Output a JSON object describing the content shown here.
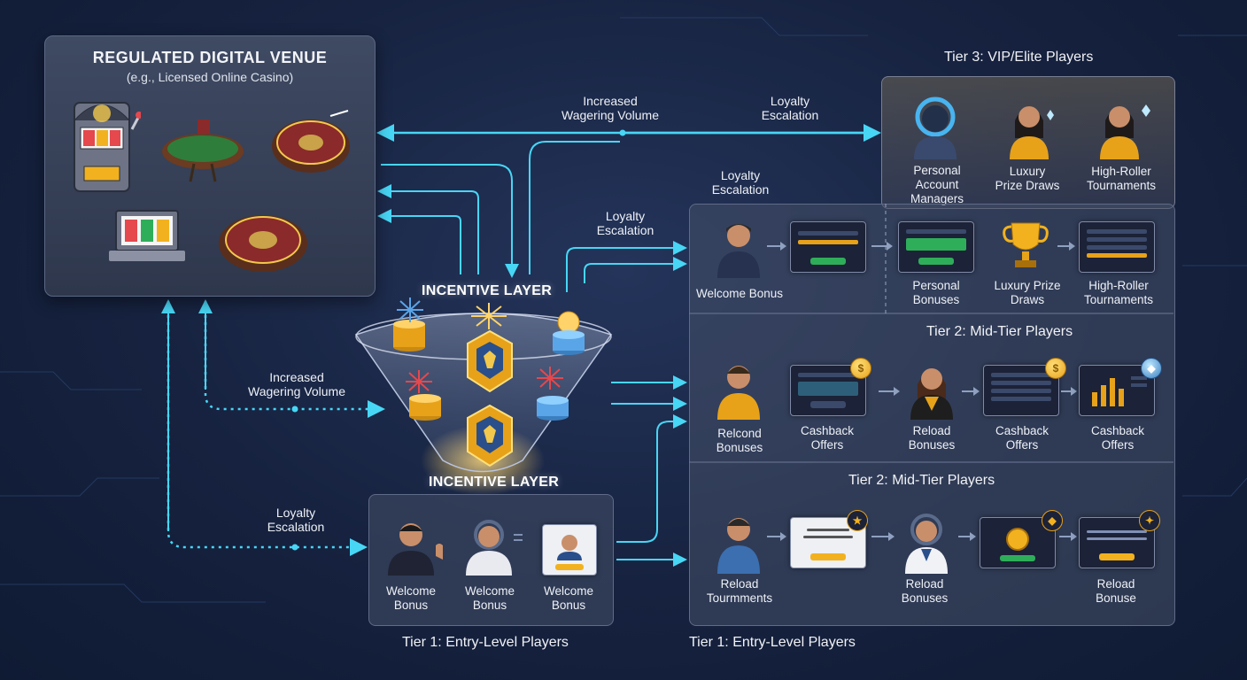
{
  "venue": {
    "title": "REGULATED DIGITAL VENUE",
    "subtitle": "(e.g., Licensed Online Casino)"
  },
  "incentive_layer": {
    "label_top": "INCENTIVE LAYER",
    "label_bottom": "INCENTIVE LAYER"
  },
  "flows": {
    "top_wagering": "Increased\nWagering Volume",
    "top_loyalty": "Loyalty\nEscalation",
    "mid_loyalty_1": "Loyalty\nEscalation",
    "mid_loyalty_2": "Loyalty\nEscalation",
    "left_wagering": "Increased\nWagering Volume",
    "left_loyalty": "Loyalty\nEscalation"
  },
  "tier3": {
    "heading": "Tier 3: VIP/Elite Players",
    "items": [
      "Personal\nAccount\nManagers",
      "Luxury\nPrize Draws",
      "High-Roller\nTournaments"
    ]
  },
  "row_top": {
    "items": [
      "Welcome Bonus",
      "Personal\nBonuses",
      "Luxury Prize\nDraws",
      "High-Roller\nTournaments"
    ]
  },
  "tier2_a": {
    "heading": "Tier 2: Mid-Tier Players",
    "items": [
      "Relcond\nBonuses",
      "Cashback\nOffers",
      "Reload\nBonuses",
      "Cashback\nOffers",
      "Cashback\nOffers"
    ]
  },
  "tier2_b": {
    "heading": "Tier 2: Mid-Tier Players",
    "items": [
      "Reload\nTourmments",
      "Reload\nBonuses",
      "Reload\nBonuse"
    ]
  },
  "tier1_small": {
    "heading": "Tier 1: Entry-Level Players",
    "items": [
      "Welcome\nBonus",
      "Welcome\nBonus",
      "Welcome\nBonus"
    ]
  },
  "tier1_big": {
    "heading": "Tier 1: Entry-Level Players"
  },
  "colors": {
    "flow_line": "#48d6f5",
    "gold": "#f2b21f",
    "panel": "#3f4a63"
  }
}
